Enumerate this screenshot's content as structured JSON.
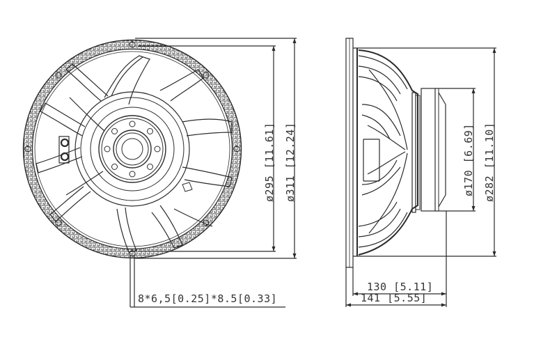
{
  "drawing": {
    "title": "Loudspeaker driver dimensional drawing",
    "line_color": "#2a2a2a",
    "text_color": "#333333",
    "background": "#ffffff"
  },
  "front_view": {
    "dimensions": {
      "inner_diameter": "ø295 [11.61]",
      "outer_diameter": "ø311 [12.24]",
      "mounting_holes": "8*6,5[0.25]*8.5[0.33]"
    },
    "mounting_hole_count": 8,
    "magnet_bolt_count": 8
  },
  "side_view": {
    "dimensions": {
      "magnet_diameter": "ø170 [6.69]",
      "basket_diameter": "ø282 [11.10]",
      "depth_without_flange": "130 [5.11]",
      "overall_depth": "141 [5.55]"
    }
  }
}
